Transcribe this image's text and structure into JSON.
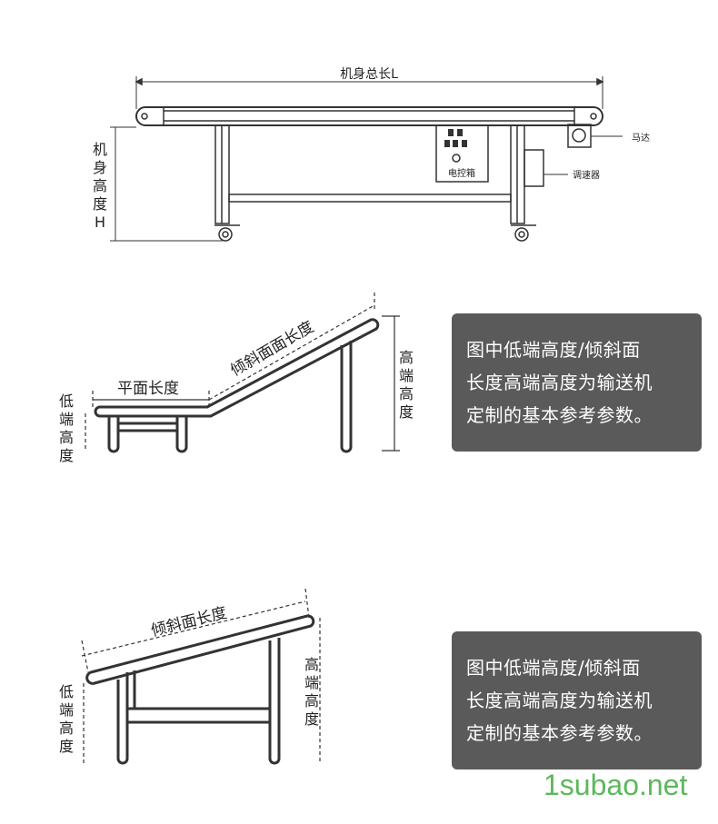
{
  "top_diagram": {
    "total_length": "机身总长L",
    "body_height": "机身高度H",
    "control_box": "电控箱",
    "motor": "马达",
    "speed_controller": "调速器"
  },
  "middle_diagram": {
    "flat_length": "平面长度",
    "incline_length": "倾斜面面长度",
    "low_end_height": "低端高度",
    "high_end_height": "高端高度",
    "note": [
      "图中低端高度/倾斜面",
      "长度高端高度为输送机",
      "定制的基本参考参数。"
    ]
  },
  "bottom_diagram": {
    "incline_length": "倾斜面长度",
    "low_end_height": "低端高度",
    "high_end_height": "高端高度",
    "note": [
      "图中低端高度/倾斜面",
      "长度高端高度为输送机",
      "定制的基本参考参数。"
    ]
  },
  "watermark": "1subao.net"
}
